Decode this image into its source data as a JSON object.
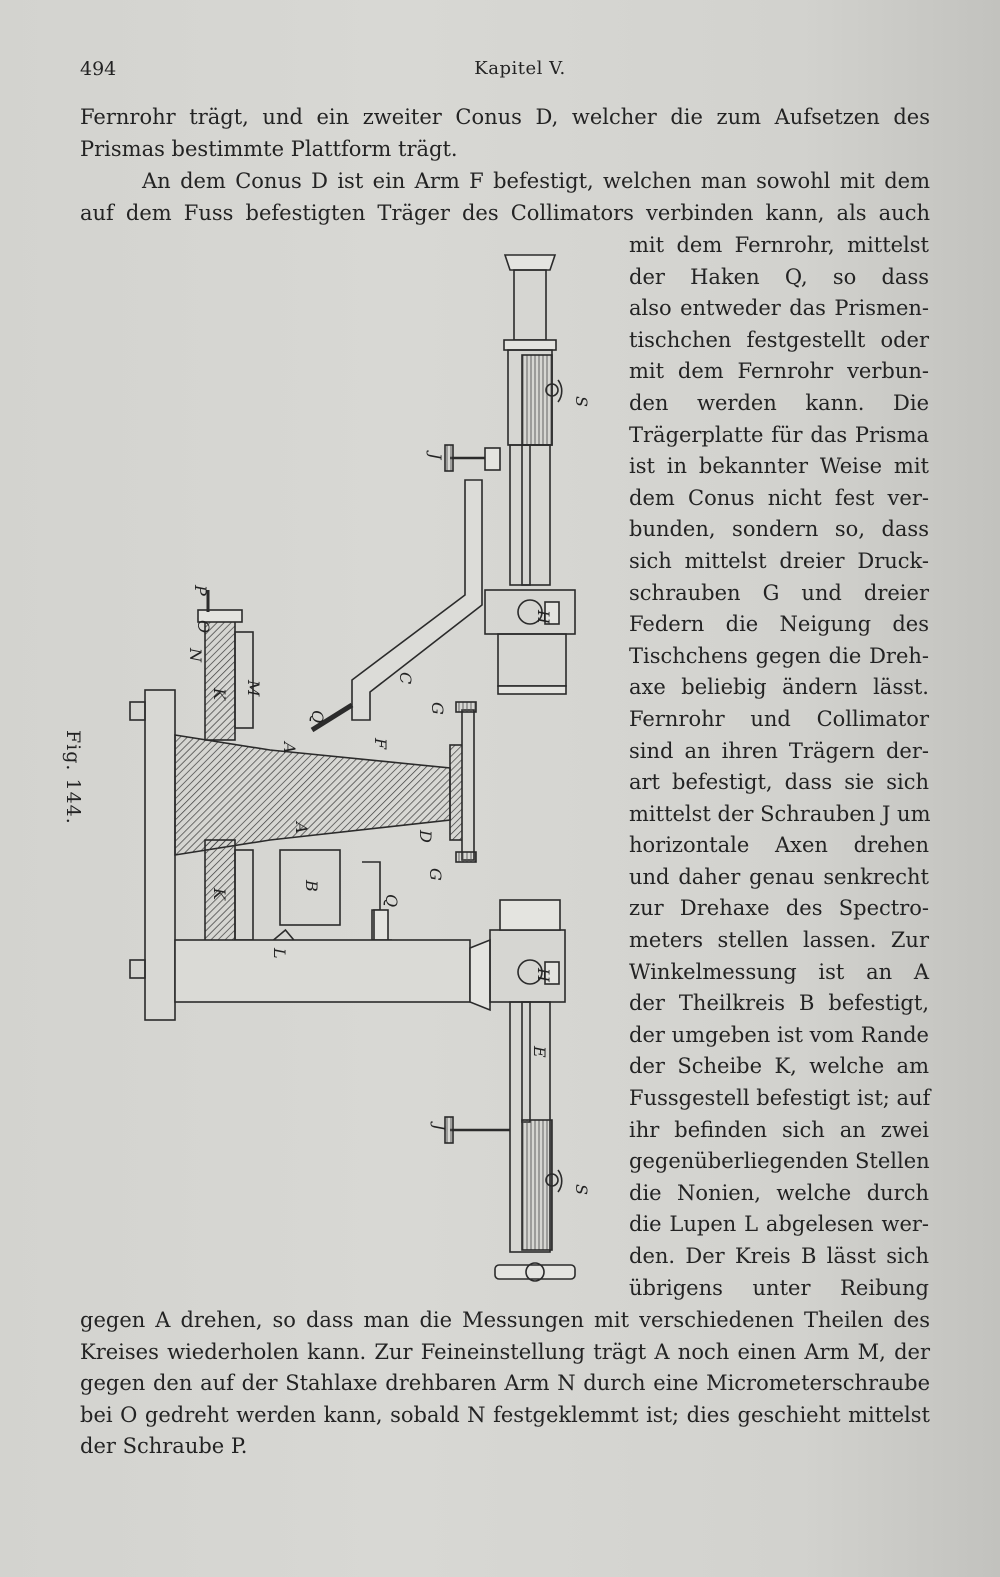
{
  "header": {
    "page_number": "494",
    "running_head": "Kapitel V."
  },
  "figure": {
    "caption": "Fig. 144.",
    "labels": [
      "S",
      "J",
      "H",
      "C",
      "P",
      "O",
      "N",
      "M",
      "K",
      "G",
      "Q",
      "F",
      "A",
      "D",
      "G",
      "B",
      "A",
      "K",
      "Q",
      "L",
      "H",
      "E",
      "J",
      "S"
    ]
  },
  "text": {
    "intro_lines": [
      "Fernrohr trägt, und ein zweiter Conus D, welcher die zum Aufsetzen des",
      "Prismas bestimmte Plattform trägt."
    ],
    "para2_lines": [
      "An dem Conus D ist ein Arm F befestigt, welchen man sowohl mit dem",
      "auf dem Fuss befestigten Träger des Collimators verbinden kann, als auch"
    ],
    "column_lines": [
      "mit dem Fernrohr, mittelst",
      "der Haken Q, so dass",
      "also entweder das Prismen-",
      "tischchen festgestellt oder",
      "mit dem Fernrohr verbun-",
      "den werden kann. Die",
      "Trägerplatte für das Prisma",
      "ist in bekannter Weise mit",
      "dem Conus nicht fest ver-",
      "bunden, sondern so, dass",
      "sich mittelst dreier Druck-",
      "schrauben G und dreier",
      "Federn die Neigung des",
      "Tischchens gegen die Dreh-",
      "axe beliebig ändern lässt.",
      "Fernrohr und Collimator",
      "sind an ihren Trägern der-",
      "art befestigt, dass sie sich",
      "mittelst der Schrauben J um",
      "horizontale Axen drehen",
      "und daher genau senkrecht",
      "zur Drehaxe des Spectro-",
      "meters stellen lassen. Zur",
      "Winkelmessung ist an A",
      "der Theilkreis B befestigt,",
      "der umgeben ist vom Rande",
      "der Scheibe K, welche am",
      "Fussgestell befestigt ist; auf",
      "ihr befinden sich an zwei",
      "gegenüberliegenden Stellen",
      "die Nonien, welche durch",
      "die Lupen L abgelesen wer-",
      "den. Der Kreis B lässt sich",
      "übrigens unter Reibung"
    ],
    "bottom_lines": [
      "gegen A drehen, so dass man die Messungen mit verschiedenen Theilen des",
      "Kreises wiederholen kann. Zur Feineinstellung trägt A noch einen Arm M, der",
      "gegen den auf der Stahlaxe drehbaren Arm N durch eine Micrometerschraube",
      "bei O gedreht werden kann, sobald N festgeklemmt ist; dies geschieht mittelst",
      "der Schraube P."
    ]
  }
}
